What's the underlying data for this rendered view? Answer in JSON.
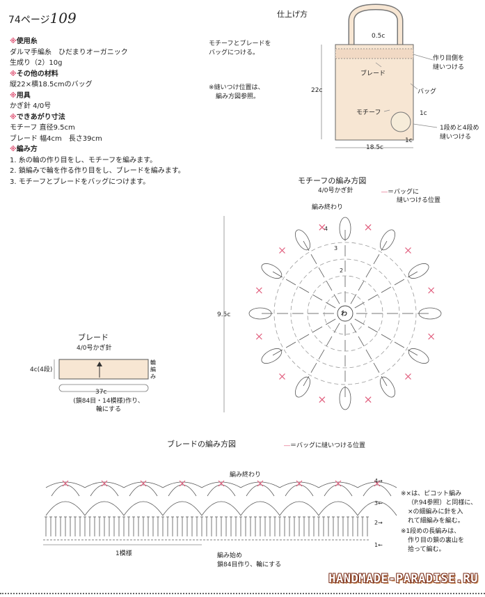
{
  "header": {
    "page_label": "74ページ",
    "pattern_number": "109"
  },
  "info": {
    "yarn_heading": "使用糸",
    "yarn_lines": [
      "ダルマ手編糸　ひだまりオーガニック",
      "生成り（2）10g"
    ],
    "materials_heading": "その他の材料",
    "materials_lines": [
      "縦22×横18.5cmのバッグ"
    ],
    "tools_heading": "用具",
    "tools_lines": [
      "かぎ針 4/0号"
    ],
    "size_heading": "できあがり寸法",
    "size_lines": [
      "モチーフ 直径9.5cm",
      "ブレード 幅4cm　長さ39cm"
    ],
    "method_heading": "編み方",
    "method_steps": [
      "1. 糸の輪の作り目をし、モチーフを編みます。",
      "2. 鎖編みで輪を作る作り目をし、ブレードを編みます。",
      "3. モチーフとブレードをバッグにつけます。"
    ],
    "heading_mark": "※"
  },
  "finish": {
    "title": "仕上げ方",
    "note_lines": [
      "モチーフとブレードを",
      "バッグにつける。"
    ],
    "ref_lines": [
      "※縫いつけ位置は、",
      "編み方図参照。"
    ],
    "labels": {
      "strap": "0.5c",
      "attach": [
        "作り目側を",
        "縫いつける"
      ],
      "braid": "ブレード",
      "height": "22c",
      "bag": "バッグ",
      "motif": "モチーフ",
      "motif_offset": "1c",
      "first_row": [
        "1段めと4段め",
        "縫いつける"
      ],
      "width": "18.5c",
      "bottom_offset": "1c"
    }
  },
  "motif_diagram": {
    "title": "モチーフの編み方図",
    "hook": "4/0号かぎ針",
    "legend_lines": [
      "＝バッグに",
      "縫いつける位置"
    ],
    "end_label": "編み終わり",
    "center_label": "わ",
    "row_numbers": [
      "4",
      "3",
      "2"
    ],
    "diameter": "9.5c"
  },
  "braid_schematic": {
    "title": "ブレード",
    "hook": "4/0号かぎ針",
    "width": "4c(4段)",
    "ring_label": [
      "輪",
      "編",
      "み"
    ],
    "length": "37c",
    "start_lines": [
      "(鎖84目・14模様)作り、",
      "輪にする"
    ]
  },
  "braid_diagram": {
    "title": "ブレードの編み方図",
    "legend": "＝バッグに縫いつける位置",
    "end_label": "編み終わり",
    "row_arrows": [
      "4→",
      "3←",
      "2→",
      "1←"
    ],
    "repeat_label": "1模様",
    "start_lines": [
      "編み始め",
      "鎖84目作り、輪にする"
    ],
    "note1_lines": [
      "※×は、ピコット編み",
      "（P.94参照）と同様に、",
      "×の細編みに針を入",
      "れて細編みを編む。"
    ],
    "note2_lines": [
      "※1段めの長編みは、",
      "作り目の鎖の裏山を",
      "拾って編む。"
    ]
  },
  "watermark": "HANDMADE-PARADISE.RU",
  "colors": {
    "accent_pink": "#e05a7a",
    "bag_fill": "#f7e6d3",
    "stitch": "#555555"
  }
}
